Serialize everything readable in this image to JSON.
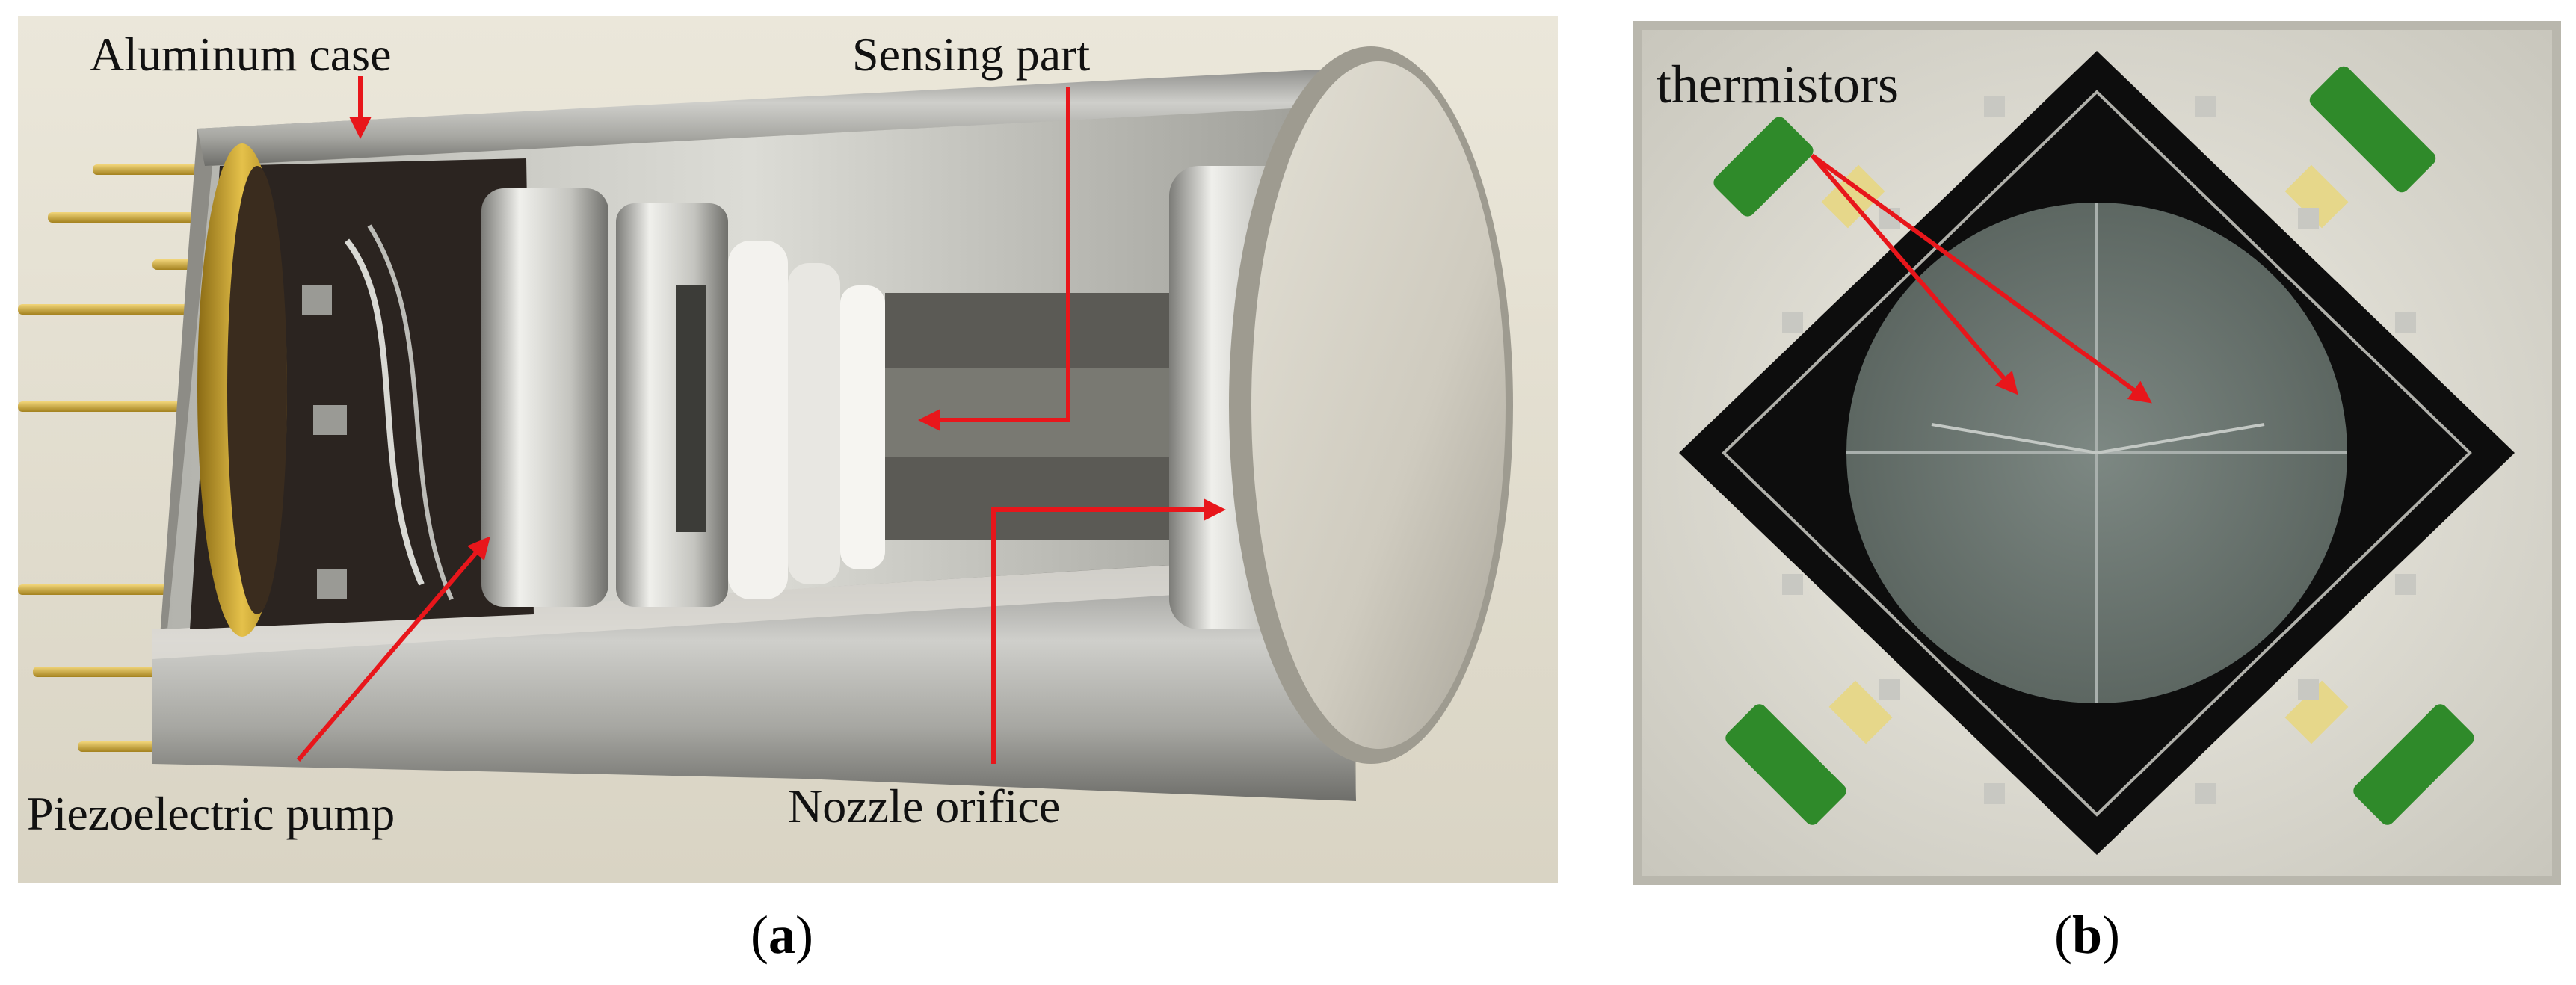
{
  "panel_a": {
    "labels": {
      "aluminum_case": "Aluminum case",
      "sensing_part": "Sensing part",
      "piezoelectric_pump": "Piezoelectric pump",
      "nozzle_orifice": "Nozzle orifice"
    },
    "caption": {
      "open": "(",
      "letter": "a",
      "close": ")"
    }
  },
  "panel_b": {
    "labels": {
      "thermistors": "thermistors"
    },
    "caption": {
      "open": "(",
      "letter": "b",
      "close": ")"
    }
  },
  "colors": {
    "arrow": "#e8161b",
    "photo_background": "#e8e3d4",
    "chip_black": "#0d0d0d",
    "membrane_gray": "#6b7670",
    "thermistor_green": "#2f8a2a"
  }
}
